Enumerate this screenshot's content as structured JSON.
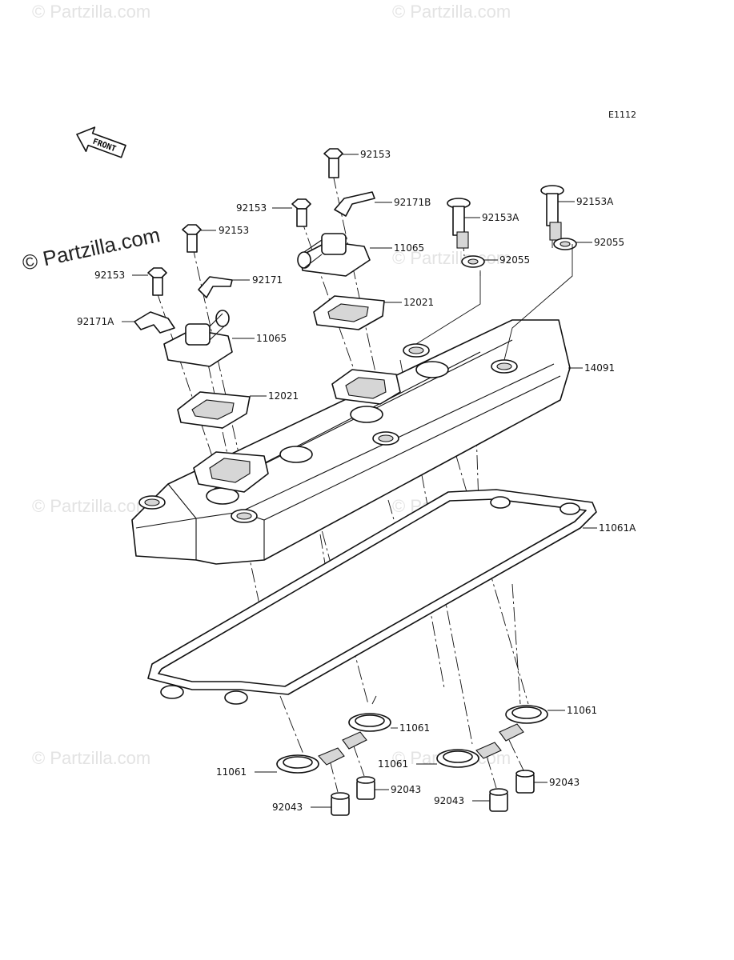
{
  "diagram": {
    "code": "E1112",
    "front_label": "FRONT",
    "watermark_main": "© Partzilla.com",
    "watermark_faint": "© Partzilla.com",
    "callouts": {
      "bolt_top": "92153",
      "bolt_mid": "92153",
      "bolt_left_upper": "92153",
      "bolt_left": "92153",
      "clamp_b": "92171B",
      "clamp": "92171",
      "clamp_a": "92171A",
      "cap_right": "11065",
      "cap_left": "11065",
      "reed_right": "12021",
      "reed_left": "12021",
      "bolt_a1": "92153A",
      "bolt_a2": "92153A",
      "washer1": "92055",
      "washer2": "92055",
      "cover": "14091",
      "gasket": "11061A",
      "seal1": "11061",
      "seal2": "11061",
      "seal3": "11061",
      "seal4": "11061",
      "collar1": "92043",
      "collar2": "92043",
      "collar3": "92043",
      "collar4": "92043"
    }
  }
}
